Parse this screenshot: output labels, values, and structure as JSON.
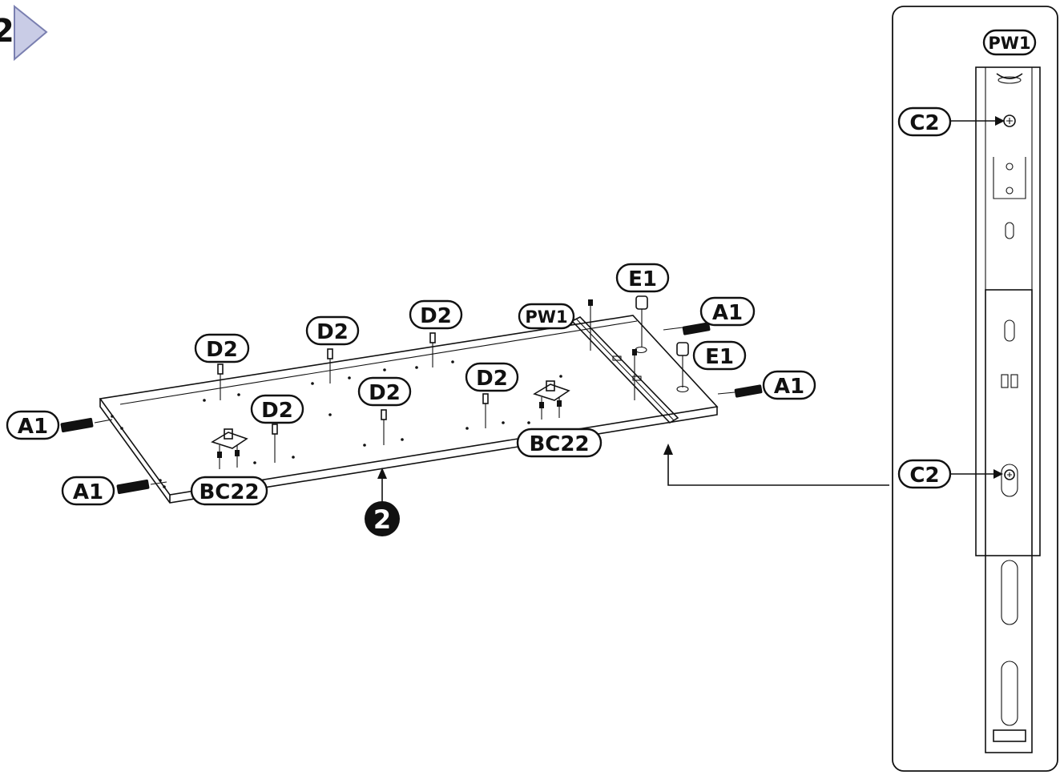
{
  "step": {
    "number": "2",
    "prev_fragment": "2"
  },
  "labels": {
    "a1": "A1",
    "bc22": "BC22",
    "d2": "D2",
    "e1": "E1",
    "pw1": "PW1",
    "c2": "C2"
  },
  "panel_label": "2",
  "colors": {
    "line": "#111111",
    "nav_arrow_fill": "#c9cce6",
    "nav_arrow_stroke": "#7a7fb0",
    "background": "#ffffff"
  },
  "icons": [
    "next-step-arrow-icon",
    "pointer-arrow-icon"
  ]
}
